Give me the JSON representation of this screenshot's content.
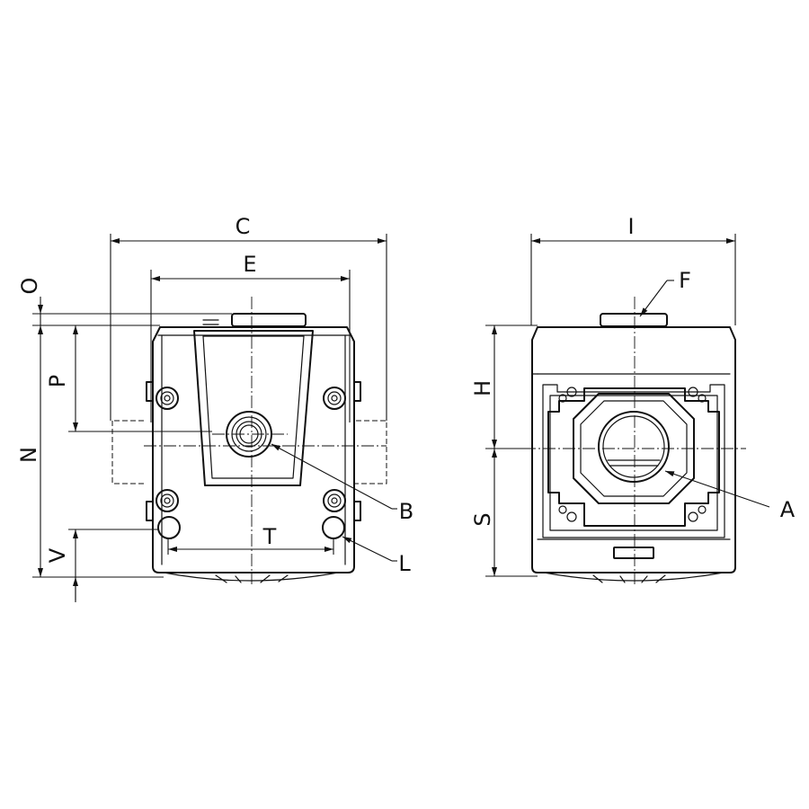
{
  "drawing": {
    "front_view_labels": {
      "C": "C",
      "E": "E",
      "O": "O",
      "P": "P",
      "N": "N",
      "V": "V",
      "T": "T",
      "B": "B",
      "L": "L"
    },
    "side_view_labels": {
      "I": "I",
      "F": "F",
      "H": "H",
      "S": "S",
      "A": "A"
    }
  }
}
